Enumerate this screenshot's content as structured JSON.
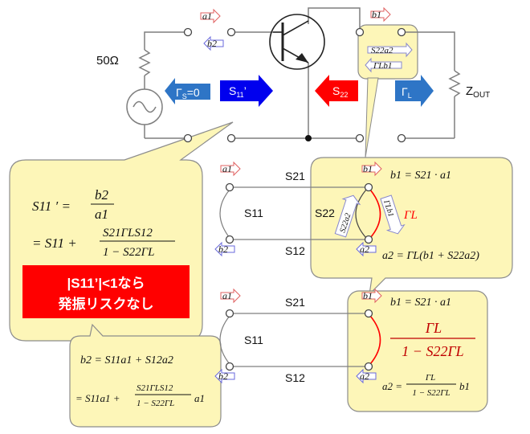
{
  "circuit": {
    "resistor_label": "50Ω",
    "gamma_s": "Γ",
    "gamma_s_sub": "S",
    "gamma_s_tail": "=0",
    "s11p_main": "S",
    "s11p_sub": "11",
    "s11p_prime": "’",
    "s22_main": "S",
    "s22_sub": "22",
    "gamma_l_main": "Γ",
    "gamma_l_sub": "L",
    "zout_main": "Z",
    "zout_sub": "OUT",
    "a1": "a1",
    "b2": "b2",
    "b1": "b1",
    "s22a2_box": "S22a2",
    "glb1_box": "ΓLb1"
  },
  "callout_left": {
    "line1_lhs": "S11 ′ =",
    "line1_frac_num": "b2",
    "line1_frac_den": "a1",
    "line2_eq": "= S11 +",
    "line2_frac_num": "S21ΓLS12",
    "line2_frac_den": "1 − S22ΓL",
    "warning_line1": "|S11’|<1なら",
    "warning_line2": "発振リスクなし",
    "warning_color": "#ff0000"
  },
  "callout_bottom_left": {
    "eq1": "b2 = S11a1 + S12a2",
    "eq2_lhs": "= S11a1 +",
    "eq2_frac_num": "S21ΓLS12",
    "eq2_frac_den": "1 − S22ΓL",
    "eq2_tail": "a1"
  },
  "flow_top": {
    "a1": "a1",
    "b2": "b2",
    "b1": "b1",
    "a2": "a2",
    "s21": "S21",
    "s11": "S11",
    "s12": "S12",
    "s22": "S22",
    "s22a2": "S22a2",
    "glb1": "ΓLb1",
    "gamma_l": "ΓL",
    "eq_b1": "b1 = S21 · a1",
    "eq_a2": "a2 = ΓL(b1 + S22a2)"
  },
  "flow_bottom": {
    "a1": "a1",
    "b2": "b2",
    "b1": "b1",
    "a2": "a2",
    "s21": "S21",
    "s11": "S11",
    "s12": "S12",
    "eq_b1": "b1 = S21 · a1",
    "frac_num": "ΓL",
    "frac_den": "1 − S22ΓL",
    "eq_a2_lhs": "a2 =",
    "eq_a2_num": "ΓL",
    "eq_a2_den": "1 − S22ΓL",
    "eq_a2_tail": "b1"
  },
  "colors": {
    "callout_fill": "#fdf6b8",
    "callout_stroke": "#8c8c8c",
    "blue_arrow": "#2e75c6",
    "bright_blue": "#0000ee",
    "red": "#ff0000",
    "dark_red": "#c00000",
    "wire": "#7f7f7f"
  }
}
